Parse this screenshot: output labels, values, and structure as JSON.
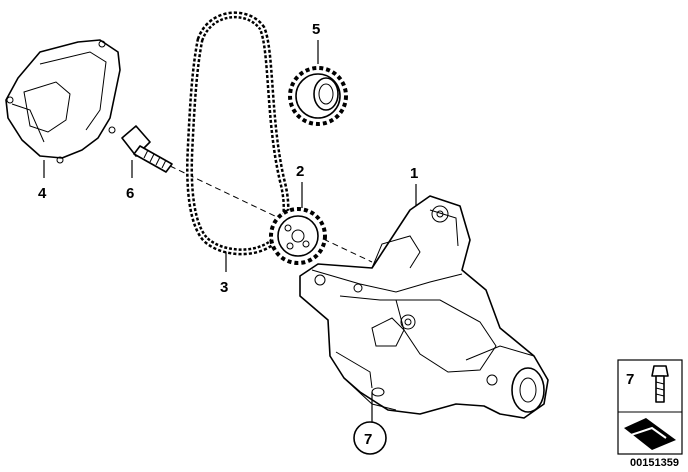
{
  "callouts": [
    {
      "id": "1",
      "text": "1"
    },
    {
      "id": "2",
      "text": "2"
    },
    {
      "id": "3",
      "text": "3"
    },
    {
      "id": "4",
      "text": "4"
    },
    {
      "id": "5",
      "text": "5"
    },
    {
      "id": "6",
      "text": "6"
    },
    {
      "id": "7",
      "text": "7"
    }
  ],
  "legend": {
    "item_number": "7"
  },
  "diagram_number": "00151359"
}
